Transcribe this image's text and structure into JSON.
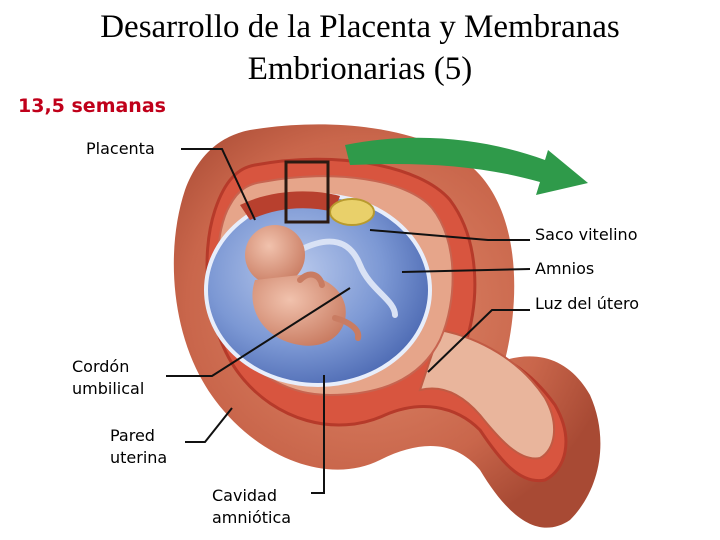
{
  "title_line1": "Desarrollo de la Placenta y Membranas",
  "title_line2": "Embrionarias (5)",
  "subtitle": "13,5 semanas",
  "labels": {
    "placenta": "Placenta",
    "yolk_sac": "Saco vitelino",
    "amnion": "Amnios",
    "uterine_lumen": "Luz del útero",
    "umbilical_cord_line1": "Cordón",
    "umbilical_cord_line2": "umbilical",
    "uterine_wall_line1": "Pared",
    "uterine_wall_line2": "uterina",
    "amniotic_cavity_line1": "Cavidad",
    "amniotic_cavity_line2": "amniótica"
  },
  "colors": {
    "subtitle": "#c0001a",
    "uterus": "#c8654a",
    "amniotic_fluid": "#6f8fcf",
    "embryo": "#d9957c",
    "arrow": "#2f9a4a"
  }
}
